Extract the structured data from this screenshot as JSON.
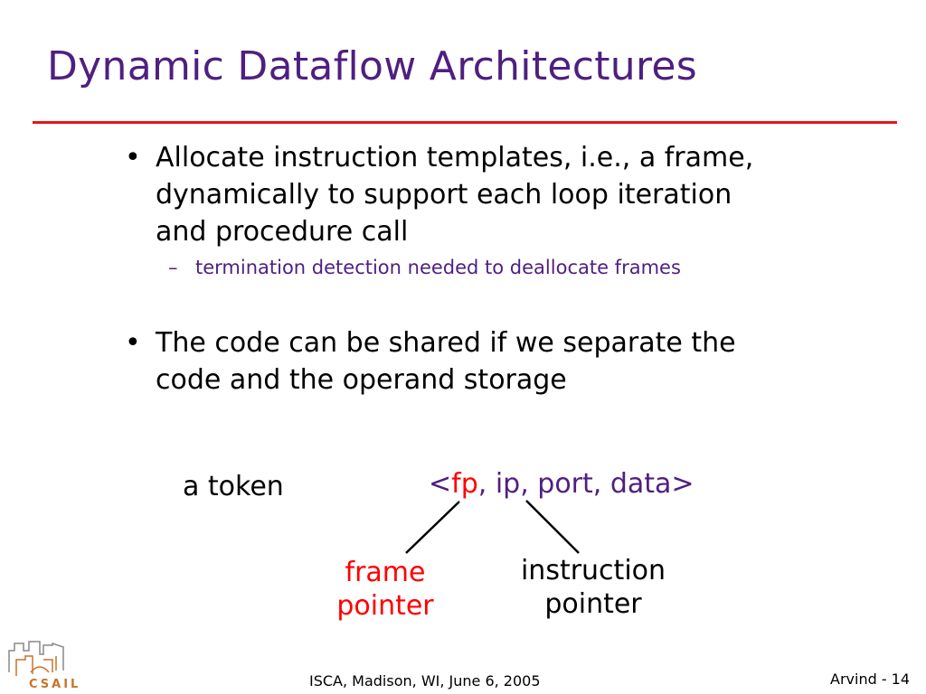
{
  "title": "Dynamic Dataflow Architectures",
  "bullets": [
    {
      "lines": [
        "Allocate instruction templates, i.e., a frame,",
        "dynamically to support each loop iteration",
        "and procedure call"
      ]
    },
    {
      "lines": [
        "The code can be shared if we separate the",
        "code and the operand storage"
      ]
    }
  ],
  "sub_bullet": "termination detection needed to deallocate frames",
  "bullet_glyph": "•",
  "dash_glyph": "–",
  "diagram": {
    "token_label": "a token",
    "tuple_open": "<",
    "tuple_fp": "fp",
    "tuple_rest": ", ip, port, data>",
    "fp_label": [
      "frame",
      "pointer"
    ],
    "ip_label": [
      "instruction",
      "pointer"
    ]
  },
  "footer": "ISCA, Madison, WI, June 6, 2005",
  "page": "Arvind - 14",
  "logo_text": "CSAIL",
  "colors": {
    "title": "#4f1f80",
    "rule": "#e3161f",
    "red": "#ff0000",
    "logo": "#c8742a"
  }
}
